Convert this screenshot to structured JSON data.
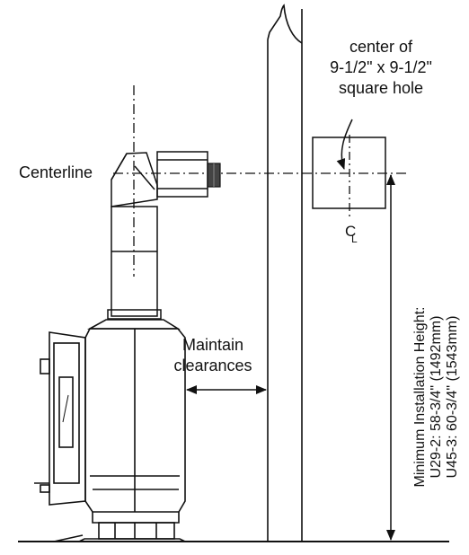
{
  "labels": {
    "centerline": "Centerline",
    "hole_line1": "center of",
    "hole_line2": "9-1/2\" x 9-1/2\"",
    "hole_line3": "square hole",
    "clear_line1": "Maintain",
    "clear_line2": "clearances",
    "height_line1": "Minimum Installation Height:",
    "height_line2": "U29-2: 58-3/4\" (1492mm)",
    "height_line3": "U45-3: 60-3/4\" (1543mm)",
    "cl_symbol": "C",
    "cl_sub": "L"
  },
  "colors": {
    "ink": "#111111",
    "cap": "#444444"
  }
}
